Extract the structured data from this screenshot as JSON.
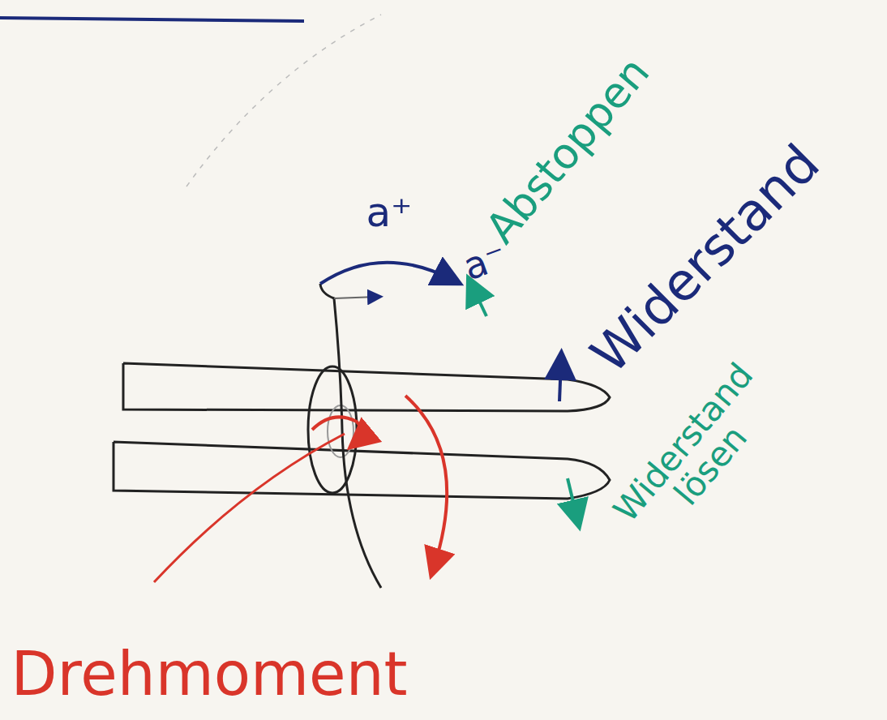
{
  "diagram": {
    "labels": [
      "a⁺",
      "a⁻",
      "Abstoppen",
      "Widerstand",
      "Widerstand lösen",
      "Drehmoment"
    ]
  }
}
